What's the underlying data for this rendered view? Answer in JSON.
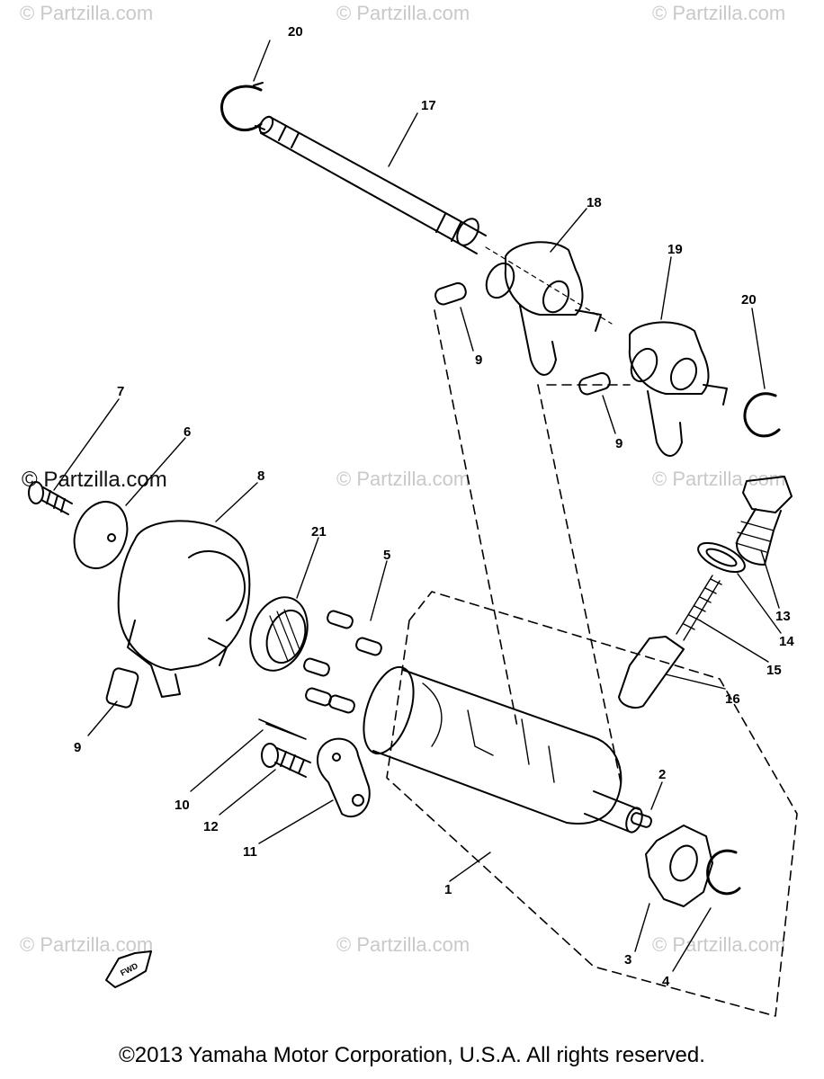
{
  "watermark": "© Partzilla.com",
  "copyright": "©2013  Yamaha Motor Corporation, U.S.A. All rights reserved.",
  "fwd_label": "FWD",
  "callouts": [
    "1",
    "2",
    "3",
    "4",
    "5",
    "6",
    "7",
    "8",
    "9",
    "9",
    "9",
    "10",
    "11",
    "12",
    "13",
    "14",
    "15",
    "16",
    "17",
    "18",
    "19",
    "20",
    "20",
    "21"
  ]
}
